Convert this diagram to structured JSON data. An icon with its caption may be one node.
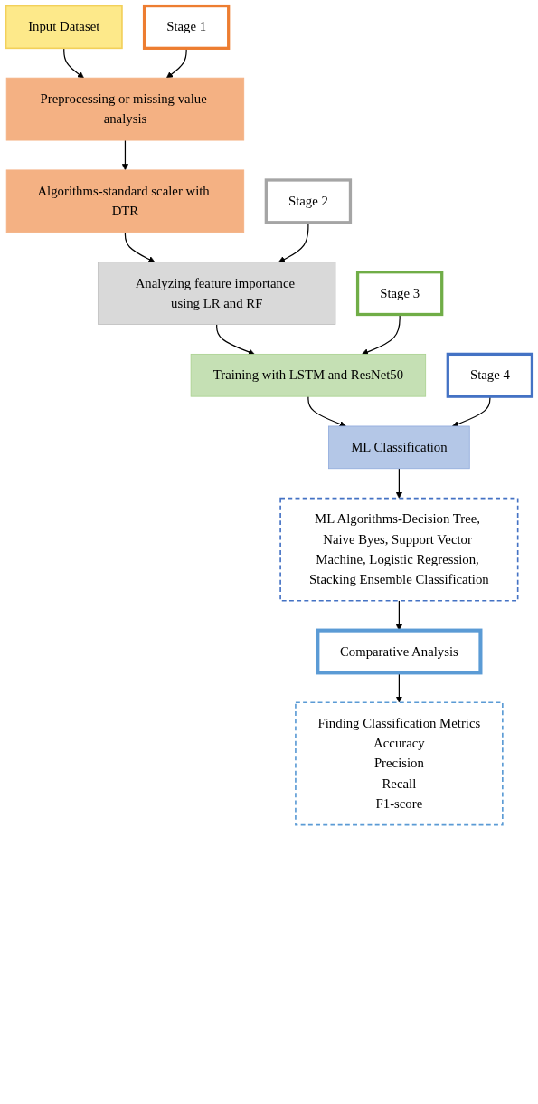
{
  "diagram": {
    "nodes": [
      {
        "text": [
          "Input Dataset"
        ]
      },
      {
        "text": [
          "Stage 1"
        ]
      },
      {
        "text": [
          "Preprocessing or missing value analysis"
        ]
      },
      {
        "text": [
          "Algorithms-standard scaler with DTR"
        ]
      },
      {
        "text": [
          "Stage 2"
        ]
      },
      {
        "text": [
          "Analyzing feature importance using LR and RF"
        ]
      },
      {
        "text": [
          "Stage 3"
        ]
      },
      {
        "text": [
          "Training with LSTM and ResNet50"
        ]
      },
      {
        "text": [
          "Stage 4"
        ]
      },
      {
        "text": [
          "ML Classification"
        ]
      },
      {
        "text": [
          "ML Algorithms-Decision Tree, Naive Byes, Support Vector Machine, Logistic Regression, Stacking Ensemble Classification"
        ]
      },
      {
        "text": [
          "Comparative Analysis"
        ]
      },
      {
        "text": [
          "Finding Classification Metrics",
          "Accuracy",
          "Precision",
          "Recall",
          "F1-score"
        ]
      }
    ],
    "edges": [
      {
        "from": 0,
        "to": 2,
        "arrow": "to"
      },
      {
        "from": 1,
        "to": 2,
        "arrow": "to"
      },
      {
        "from": 2,
        "to": 3,
        "arrow": "to"
      },
      {
        "from": 3,
        "to": 5,
        "arrow": "to"
      },
      {
        "from": 4,
        "to": 5,
        "arrow": "to"
      },
      {
        "from": 5,
        "to": 7,
        "arrow": "to"
      },
      {
        "from": 6,
        "to": 7,
        "arrow": "to"
      },
      {
        "from": 7,
        "to": 9,
        "arrow": "to"
      },
      {
        "from": 8,
        "to": 9,
        "arrow": "to"
      },
      {
        "from": 9,
        "to": 10,
        "arrow": "to"
      },
      {
        "from": 10,
        "to": 11,
        "arrow": "to"
      },
      {
        "from": 11,
        "to": 12,
        "arrow": "to"
      }
    ]
  }
}
